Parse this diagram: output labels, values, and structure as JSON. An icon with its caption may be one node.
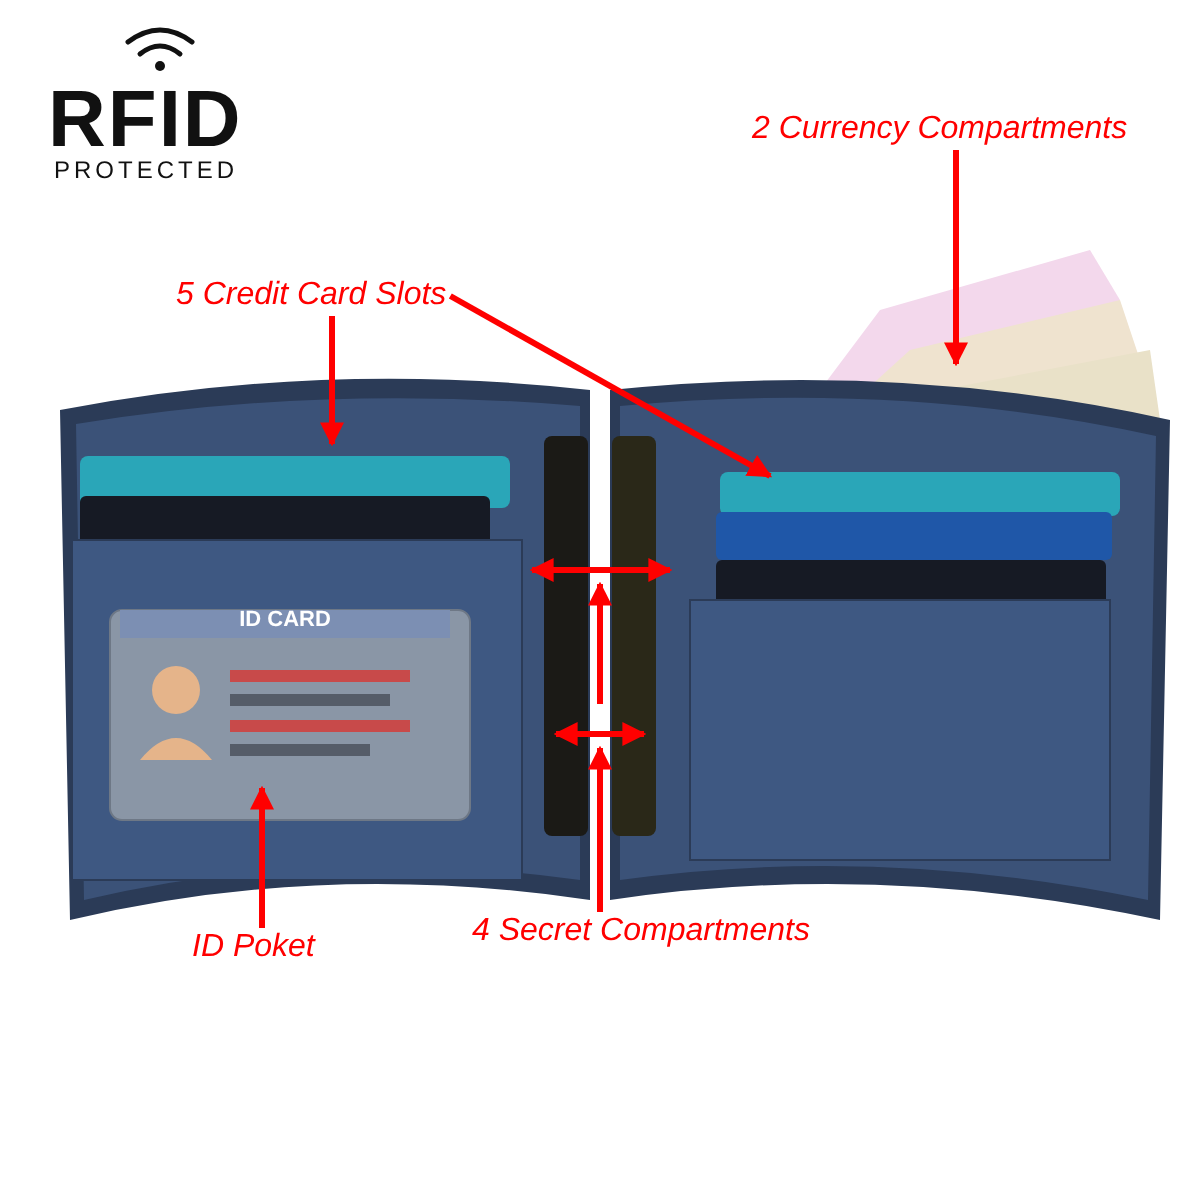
{
  "diagram": {
    "nodes": [
      {
        "text": [
          "2 Currency Compartments"
        ]
      },
      {
        "text": [
          "5 Credit Card Slots"
        ]
      },
      {
        "text": [
          "4 Secret Compartments"
        ]
      },
      {
        "text": [
          "ID Poket"
        ]
      }
    ],
    "edges": [
      {
        "from": 0,
        "to": null,
        "arrow": "to"
      },
      {
        "from": 1,
        "to": null,
        "arrow": "to"
      },
      {
        "from": 1,
        "to": null,
        "arrow": "to"
      },
      {
        "from": 2,
        "to": null,
        "arrow": "to"
      },
      {
        "from": 3,
        "to": null,
        "arrow": "to"
      }
    ],
    "labels": [
      "RFID",
      "PROTECTED",
      "ID CARD"
    ]
  }
}
